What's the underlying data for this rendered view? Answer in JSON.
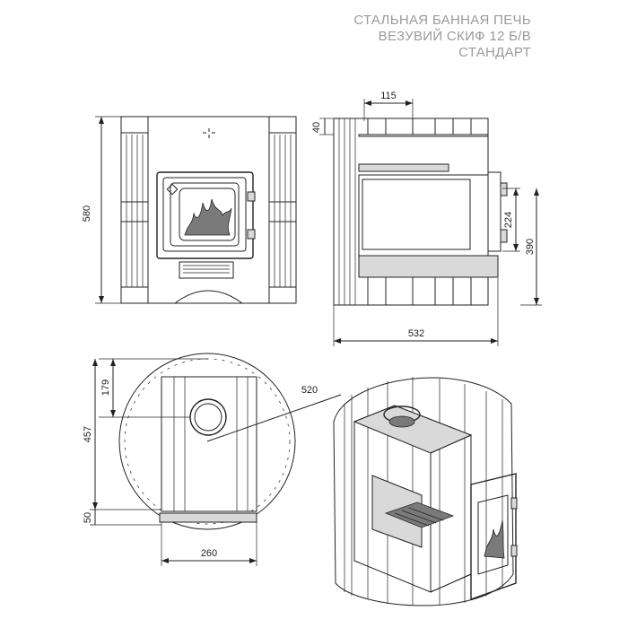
{
  "title": {
    "line1": "СТАЛЬНАЯ БАННАЯ ПЕЧЬ",
    "line2": "ВЕЗУВИЙ СКИФ 12 Б/В",
    "line3": "СТАНДАРТ"
  },
  "dimensions": {
    "front_height": "580",
    "side_top_width": "115",
    "side_top_height": "40",
    "side_door_height": "224",
    "side_total_height": "390",
    "side_depth": "532",
    "top_offset": "179",
    "top_diameter": "520",
    "top_total": "457",
    "top_base": "50",
    "top_base_width": "260"
  }
}
